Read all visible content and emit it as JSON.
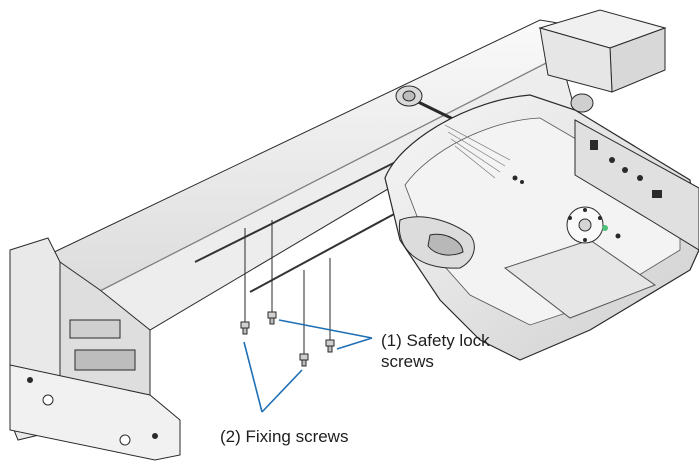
{
  "callouts": {
    "safety_lock": {
      "number": "(1)",
      "line1": "(1) Safety lock",
      "line2": "screws"
    },
    "fixing": {
      "label": "(2) Fixing screws"
    }
  },
  "colors": {
    "leader_line": "#1f6fb5",
    "outline": "#2a2a2a",
    "panel_light": "#f4f4f4",
    "panel_mid": "#e2e2e2",
    "panel_dark": "#c8c8c8",
    "status_led": "#4cc07a"
  },
  "icons": [
    "safety-lock-screw-icon",
    "fixing-screw-icon",
    "adjustment-knob-icon"
  ]
}
